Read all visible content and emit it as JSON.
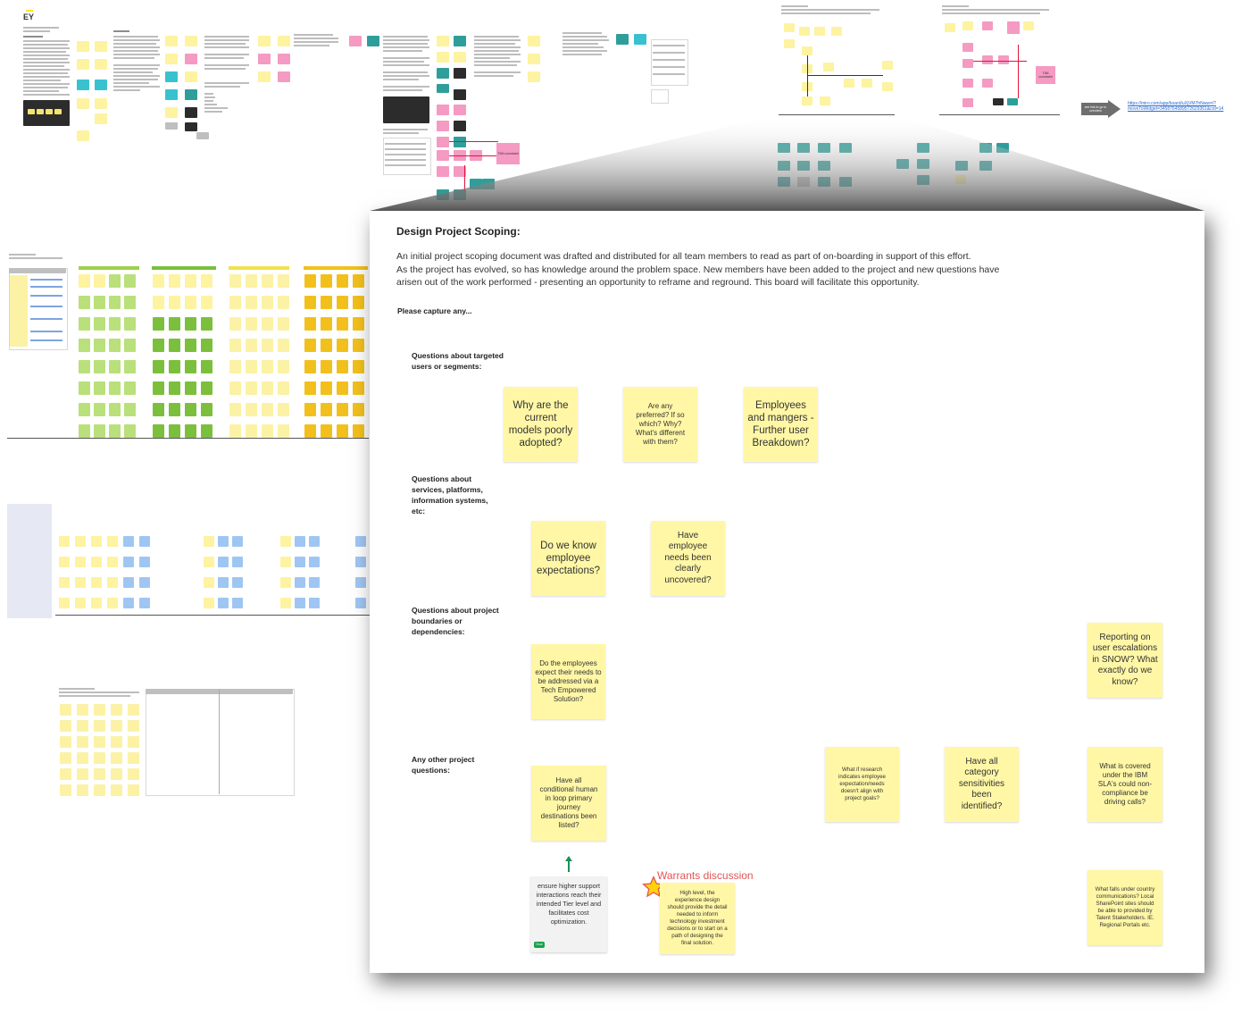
{
  "board": {
    "logo": "EY",
    "link_text": "https://miro.com/app/board/uXjVM7hNww=/?moveToWidget=3458764589572629361&cot=14",
    "arrow_label": "see link to go to overview"
  },
  "zoom": {
    "title": "Design Project Scoping:",
    "description_lines": [
      "An initial project scoping document was drafted and distributed for all team members to read as part of on-boarding in support of this effort.",
      "As the project has evolved, so has knowledge around the problem space. New members have been added to the project and new questions have",
      "arisen out of the work performed - presenting an opportunity to reframe and reground. This board will facilitate this opportunity."
    ],
    "capture_label": "Please capture any...",
    "sections": [
      {
        "label": "Questions about targeted users or segments:"
      },
      {
        "label": "Questions about services, platforms, information systems, etc:"
      },
      {
        "label": "Questions about project boundaries or dependencies:"
      },
      {
        "label": "Any other project questions:"
      }
    ],
    "notes": {
      "n1": "Why are the current models poorly adopted?",
      "n2": "Are any preferred? If so which? Why? What's different with them?",
      "n3": "Employees and mangers - Further user Breakdown?",
      "n4": "Do we know employee expectations?",
      "n5": "Have employee needs been clearly uncovered?",
      "n6": "Do the employees expect their needs to be addressed via a Tech Empowered Solution?",
      "n7": "Reporting on user escalations in SNOW? What exactly do we know?",
      "n8": "Have all conditional human in loop primary journey destinations been listed?",
      "n9": "What if research indicates employee expectation/needs doesn't align with project goals?",
      "n10": "Have all category sensitivities been identified?",
      "n11": "What is covered under the IBM SLA's could non-compliance be driving calls?",
      "n12": "High level, the experience design should provide the detail needed to inform technology investment decisions or to start on a path of designing the final solution.",
      "n13": "What falls under country communications? Local SharePoint sites should be able to provided by Talent Stakeholders. IE. Regional Portals etc."
    },
    "card": {
      "text": "ensure higher support interactions reach their intended Tier level and facilitates cost optimization.",
      "tag": "Goal"
    },
    "warrants_label": "Warrants discussion",
    "mini_tags": [
      "TIMI constraint",
      "TIMI constraint"
    ]
  },
  "colors": {
    "sticky_yellow": "#fff7a6",
    "pink": "#f59ac2",
    "cyan": "#38c2cf",
    "teal": "#2f9e9a",
    "green": "#b9e07a",
    "blue": "#9fc6f2",
    "gold": "#f2c01d",
    "warrants_red": "#e25555",
    "goal_green": "#16a34a"
  }
}
